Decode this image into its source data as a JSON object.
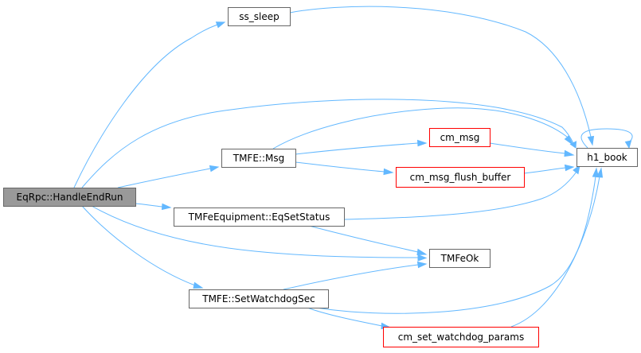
{
  "diagram": {
    "type": "call-graph",
    "colors": {
      "edge": "#63b8ff",
      "root_fill": "#999999",
      "root_border": "#666666",
      "node_fill": "#ffffff",
      "node_border": "#666666",
      "undocumented_border": "#ff0000"
    },
    "nodes": [
      {
        "id": "eqrpc-handleendrun",
        "label": "EqRpc::HandleEndRun",
        "style": "root"
      },
      {
        "id": "ss-sleep",
        "label": "ss_sleep",
        "style": "normal"
      },
      {
        "id": "tmfe-msg",
        "label": "TMFE::Msg",
        "style": "normal"
      },
      {
        "id": "cm-msg",
        "label": "cm_msg",
        "style": "red"
      },
      {
        "id": "cm-msg-flush-buffer",
        "label": "cm_msg_flush_buffer",
        "style": "red"
      },
      {
        "id": "tmfeequipment-eqsetstatus",
        "label": "TMFeEquipment::EqSetStatus",
        "style": "normal"
      },
      {
        "id": "tmfeok",
        "label": "TMFeOk",
        "style": "normal"
      },
      {
        "id": "tmfe-setwatchdogsec",
        "label": "TMFE::SetWatchdogSec",
        "style": "normal"
      },
      {
        "id": "cm-set-watchdog-params",
        "label": "cm_set_watchdog_params",
        "style": "red"
      },
      {
        "id": "h1-book",
        "label": "h1_book",
        "style": "normal"
      }
    ],
    "edges": [
      {
        "from": "eqrpc-handleendrun",
        "to": "ss-sleep"
      },
      {
        "from": "eqrpc-handleendrun",
        "to": "h1-book"
      },
      {
        "from": "eqrpc-handleendrun",
        "to": "tmfe-msg"
      },
      {
        "from": "eqrpc-handleendrun",
        "to": "tmfeequipment-eqsetstatus"
      },
      {
        "from": "eqrpc-handleendrun",
        "to": "tmfeok"
      },
      {
        "from": "eqrpc-handleendrun",
        "to": "tmfe-setwatchdogsec"
      },
      {
        "from": "ss-sleep",
        "to": "h1-book"
      },
      {
        "from": "tmfe-msg",
        "to": "h1-book"
      },
      {
        "from": "tmfe-msg",
        "to": "cm-msg"
      },
      {
        "from": "tmfe-msg",
        "to": "cm-msg-flush-buffer"
      },
      {
        "from": "cm-msg",
        "to": "h1-book"
      },
      {
        "from": "cm-msg-flush-buffer",
        "to": "h1-book"
      },
      {
        "from": "tmfeequipment-eqsetstatus",
        "to": "h1-book"
      },
      {
        "from": "tmfeequipment-eqsetstatus",
        "to": "tmfeok"
      },
      {
        "from": "tmfe-setwatchdogsec",
        "to": "tmfeok"
      },
      {
        "from": "tmfe-setwatchdogsec",
        "to": "h1-book"
      },
      {
        "from": "tmfe-setwatchdogsec",
        "to": "cm-set-watchdog-params"
      },
      {
        "from": "cm-set-watchdog-params",
        "to": "h1-book"
      },
      {
        "from": "h1-book",
        "to": "h1-book"
      }
    ]
  }
}
